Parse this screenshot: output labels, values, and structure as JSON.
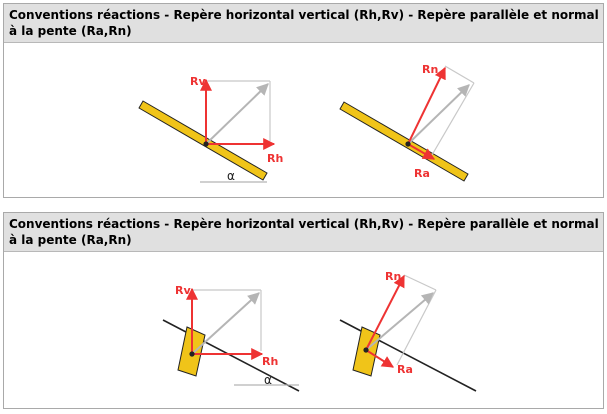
{
  "panels": [
    {
      "title": "Conventions réactions - Repère horizontal vertical (Rh,Rv) - Repère parallèle et normal à la pente (Ra,Rn)",
      "labels": {
        "rv": "Rv",
        "rh": "Rh",
        "alpha": "α",
        "rn": "Rn",
        "ra": "Ra"
      }
    },
    {
      "title": "Conventions réactions - Repère horizontal vertical (Rh,Rv) - Repère parallèle et normal à la pente (Ra,Rn)",
      "labels": {
        "rv": "Rv",
        "rh": "Rh",
        "alpha": "α",
        "rn": "Rn",
        "ra": "Ra"
      }
    }
  ],
  "colors": {
    "reaction": "#ee3333",
    "resultant": "#b5b5b5",
    "beam_fill": "#f0c419",
    "outline": "#222222",
    "header_bg": "#e0e0e0"
  }
}
